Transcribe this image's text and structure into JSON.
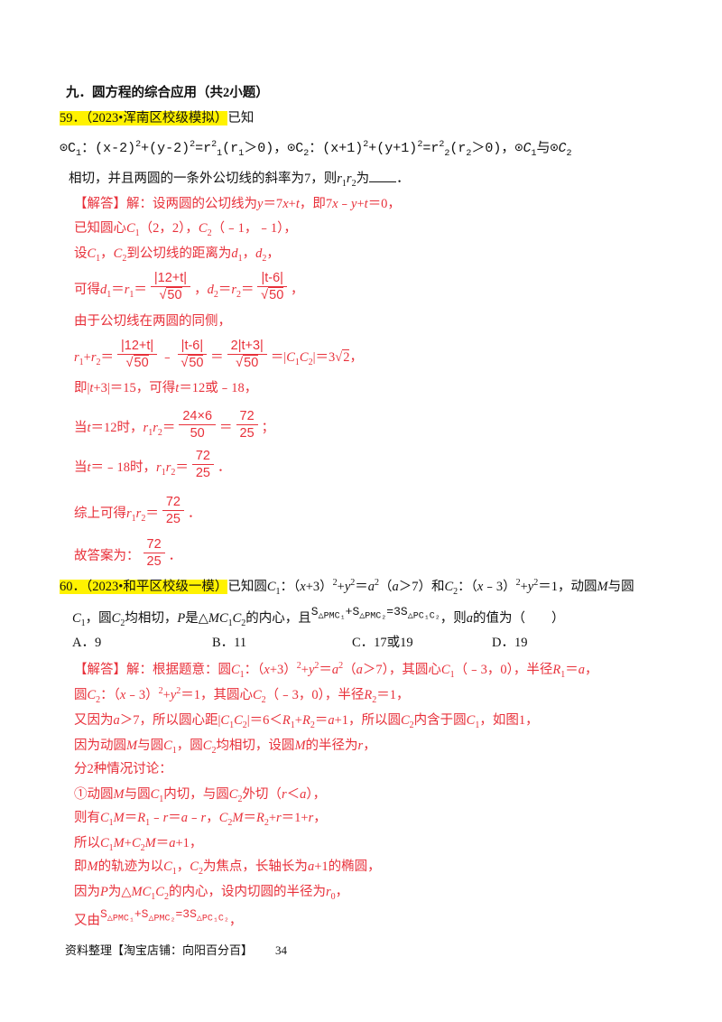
{
  "lines": [
    [
      "九．圆方程的综合应用（共2小题）"
    ],
    [
      [
        "h",
        "59．（2023•浑南区校级模拟）"
      ],
      "已知"
    ],
    [
      "⊙C",
      [
        "_",
        "1"
      ],
      "：(x-2)",
      [
        "^",
        "2"
      ],
      "+(y-2)",
      [
        "^",
        "2"
      ],
      "=r",
      [
        "^",
        "2"
      ],
      [
        "_",
        "1"
      ],
      "(r",
      [
        "_",
        "1"
      ],
      "＞0)，⊙C",
      [
        "_",
        "2"
      ],
      "：(x+1)",
      [
        "^",
        "2"
      ],
      "+(y+1)",
      [
        "^",
        "2"
      ],
      "=r",
      [
        "^",
        "2"
      ],
      [
        "_",
        "2"
      ],
      "(r",
      [
        "_",
        "2"
      ],
      "＞0)，⊙",
      [
        "i",
        "C"
      ],
      [
        "_",
        "1"
      ],
      "与⊙",
      [
        "i",
        "C"
      ],
      [
        "_",
        "2"
      ]
    ],
    [
      "相切，并且两圆的一条外公切线的斜率为7，则",
      [
        "i",
        "r"
      ],
      [
        "_",
        "1"
      ],
      [
        "i",
        "r"
      ],
      [
        "_",
        "2"
      ],
      "为",
      [
        "b",
        ""
      ],
      "．"
    ],
    [
      "【解答】解：设两圆的公切线为",
      [
        "i",
        "y"
      ],
      "＝7",
      [
        "i",
        "x"
      ],
      "+",
      [
        "i",
        "t"
      ],
      "，即7",
      [
        "i",
        "x"
      ],
      "﹣",
      [
        "i",
        "y"
      ],
      "+",
      [
        "i",
        "t"
      ],
      "＝0，"
    ],
    [
      "已知圆心",
      [
        "i",
        "C"
      ],
      [
        "_",
        "1"
      ],
      "（2，2），",
      [
        "i",
        "C"
      ],
      [
        "_",
        "2"
      ],
      "（﹣1，﹣1），"
    ],
    [
      "设",
      [
        "i",
        "C"
      ],
      [
        "_",
        "1"
      ],
      "，",
      [
        "i",
        "C"
      ],
      [
        "_",
        "2"
      ],
      "到公切线的距离为",
      [
        "i",
        "d"
      ],
      [
        "_",
        "1"
      ],
      "，",
      [
        "i",
        "d"
      ],
      [
        "_",
        "2"
      ],
      "，"
    ],
    [
      "可得",
      [
        "i",
        "d"
      ],
      [
        "_",
        "1"
      ],
      "＝",
      [
        "i",
        "r"
      ],
      [
        "_",
        "1"
      ],
      "＝",
      [
        "f",
        "|12+t|",
        "50",
        1
      ],
      "，",
      [
        "i",
        "d"
      ],
      [
        "_",
        "2"
      ],
      "＝",
      [
        "i",
        "r"
      ],
      [
        "_",
        "2"
      ],
      "＝",
      [
        "f",
        "|t-6|",
        "50",
        1
      ],
      "，"
    ],
    [
      "由于公切线在两圆的同侧，"
    ],
    [
      [
        "i",
        "r"
      ],
      [
        "_",
        "1"
      ],
      "+",
      [
        "i",
        "r"
      ],
      [
        "_",
        "2"
      ],
      "＝",
      [
        "f",
        "|12+t|",
        "50",
        1
      ],
      "﹣",
      [
        "f",
        "|t-6|",
        "50",
        1
      ],
      "＝",
      [
        "f",
        "2|t+3|",
        "50",
        1
      ],
      "＝|",
      [
        "i",
        "C"
      ],
      [
        "_",
        "1"
      ],
      [
        "i",
        "C"
      ],
      [
        "_",
        "2"
      ],
      "|＝3",
      [
        "r",
        "2"
      ],
      "，"
    ],
    [
      "即|",
      [
        "i",
        "t"
      ],
      "+3|＝15，可得",
      [
        "i",
        "t"
      ],
      "＝12或﹣18，"
    ],
    [
      "当",
      [
        "i",
        "t"
      ],
      "＝12时，",
      [
        "i",
        "r"
      ],
      [
        "_",
        "1"
      ],
      [
        "i",
        "r"
      ],
      [
        "_",
        "2"
      ],
      "＝",
      [
        "f",
        "24×6",
        "50",
        0
      ],
      "＝",
      [
        "f",
        "72",
        "25",
        0
      ],
      "；"
    ],
    [
      "当",
      [
        "i",
        "t"
      ],
      "＝﹣18时，",
      [
        "i",
        "r"
      ],
      [
        "_",
        "1"
      ],
      [
        "i",
        "r"
      ],
      [
        "_",
        "2"
      ],
      "＝",
      [
        "f",
        "72",
        "25",
        0
      ],
      "．"
    ],
    [
      "综上可得",
      [
        "i",
        "r"
      ],
      [
        "_",
        "1"
      ],
      [
        "i",
        "r"
      ],
      [
        "_",
        "2"
      ],
      "＝",
      [
        "f",
        "72",
        "25",
        0
      ],
      "．"
    ],
    [
      "故答案为：",
      [
        "f",
        "72",
        "25",
        0
      ],
      "．"
    ],
    [
      [
        "h",
        "60．（2023•和平区校级一模）"
      ],
      "已知圆",
      [
        "i",
        "C"
      ],
      [
        "_",
        "1"
      ],
      "：（",
      [
        "i",
        "x"
      ],
      "+3）",
      [
        "^",
        "2"
      ],
      "+",
      [
        "i",
        "y"
      ],
      [
        "^",
        "2"
      ],
      "＝",
      [
        "i",
        "a"
      ],
      [
        "^",
        "2"
      ],
      "（",
      [
        "i",
        "a"
      ],
      "＞7）和",
      [
        "i",
        "C"
      ],
      [
        "_",
        "2"
      ],
      "：（",
      [
        "i",
        "x"
      ],
      "﹣3）",
      [
        "^",
        "2"
      ],
      "+",
      [
        "i",
        "y"
      ],
      [
        "^",
        "2"
      ],
      "＝1，动圆",
      [
        "i",
        "M"
      ],
      "与圆"
    ],
    [
      [
        "i",
        "C"
      ],
      [
        "_",
        "1"
      ],
      "，圆",
      [
        "i",
        "C"
      ],
      [
        "_",
        "2"
      ],
      "均相切，",
      [
        "i",
        "P"
      ],
      "是△",
      [
        "i",
        "M"
      ],
      [
        "i",
        "C"
      ],
      [
        "_",
        "1"
      ],
      [
        "i",
        "C"
      ],
      [
        "_",
        "2"
      ],
      "的内心，且",
      [
        "a",
        "S",
        "△PMC₁",
        "+S",
        "△PMC₂",
        "=3S",
        "△PC₁C₂"
      ],
      "，则",
      [
        "i",
        "a"
      ],
      "的值为（　　）"
    ],
    [
      [
        "o",
        "A．9"
      ],
      [
        "o",
        "B．11"
      ],
      [
        "o",
        "C．17或19"
      ],
      [
        "o",
        "D．19"
      ]
    ],
    [
      "【解答】解：根据题意：圆",
      [
        "i",
        "C"
      ],
      [
        "_",
        "1"
      ],
      "：（",
      [
        "i",
        "x"
      ],
      "+3）",
      [
        "^",
        "2"
      ],
      "+",
      [
        "i",
        "y"
      ],
      [
        "^",
        "2"
      ],
      "＝",
      [
        "i",
        "a"
      ],
      [
        "^",
        "2"
      ],
      "（",
      [
        "i",
        "a"
      ],
      "＞7），其圆心",
      [
        "i",
        "C"
      ],
      [
        "_",
        "1"
      ],
      "（﹣3，0），半径",
      [
        "i",
        "R"
      ],
      [
        "_",
        "1"
      ],
      "＝",
      [
        "i",
        "a"
      ],
      "，"
    ],
    [
      "圆",
      [
        "i",
        "C"
      ],
      [
        "_",
        "2"
      ],
      "：（",
      [
        "i",
        "x"
      ],
      "﹣3）",
      [
        "^",
        "2"
      ],
      "+",
      [
        "i",
        "y"
      ],
      [
        "^",
        "2"
      ],
      "＝1，其圆心",
      [
        "i",
        "C"
      ],
      [
        "_",
        "2"
      ],
      "（﹣3，0），半径",
      [
        "i",
        "R"
      ],
      [
        "_",
        "2"
      ],
      "＝1，"
    ],
    [
      "又因为",
      [
        "i",
        "a"
      ],
      "＞7，所以圆心距|",
      [
        "i",
        "C"
      ],
      [
        "_",
        "1"
      ],
      [
        "i",
        "C"
      ],
      [
        "_",
        "2"
      ],
      "|＝6＜",
      [
        "i",
        "R"
      ],
      [
        "_",
        "1"
      ],
      "+",
      [
        "i",
        "R"
      ],
      [
        "_",
        "2"
      ],
      "＝",
      [
        "i",
        "a"
      ],
      "+1，所以圆",
      [
        "i",
        "C"
      ],
      [
        "_",
        "2"
      ],
      "内含于圆",
      [
        "i",
        "C"
      ],
      [
        "_",
        "1"
      ],
      "，如图1，"
    ],
    [
      "因为动圆",
      [
        "i",
        "M"
      ],
      "与圆",
      [
        "i",
        "C"
      ],
      [
        "_",
        "1"
      ],
      "，圆",
      [
        "i",
        "C"
      ],
      [
        "_",
        "2"
      ],
      "均相切，设圆",
      [
        "i",
        "M"
      ],
      "的半径为",
      [
        "i",
        "r"
      ],
      "，"
    ],
    [
      "分2种情况讨论："
    ],
    [
      "①动圆",
      [
        "i",
        "M"
      ],
      "与圆",
      [
        "i",
        "C"
      ],
      [
        "_",
        "1"
      ],
      "内切，与圆",
      [
        "i",
        "C"
      ],
      [
        "_",
        "2"
      ],
      "外切（",
      [
        "i",
        "r"
      ],
      "＜",
      [
        "i",
        "a"
      ],
      "），"
    ],
    [
      "则有",
      [
        "i",
        "C"
      ],
      [
        "_",
        "1"
      ],
      [
        "i",
        "M"
      ],
      "＝",
      [
        "i",
        "R"
      ],
      [
        "_",
        "1"
      ],
      "﹣",
      [
        "i",
        "r"
      ],
      "＝",
      [
        "i",
        "a"
      ],
      "﹣",
      [
        "i",
        "r"
      ],
      "，",
      [
        "i",
        "C"
      ],
      [
        "_",
        "2"
      ],
      [
        "i",
        "M"
      ],
      "＝",
      [
        "i",
        "R"
      ],
      [
        "_",
        "2"
      ],
      "+",
      [
        "i",
        "r"
      ],
      "＝1+",
      [
        "i",
        "r"
      ],
      "，"
    ],
    [
      "所以",
      [
        "i",
        "C"
      ],
      [
        "_",
        "1"
      ],
      [
        "i",
        "M"
      ],
      "+",
      [
        "i",
        "C"
      ],
      [
        "_",
        "2"
      ],
      [
        "i",
        "M"
      ],
      "＝",
      [
        "i",
        "a"
      ],
      "+1，"
    ],
    [
      "即",
      [
        "i",
        "M"
      ],
      "的轨迹为以",
      [
        "i",
        "C"
      ],
      [
        "_",
        "1"
      ],
      "，",
      [
        "i",
        "C"
      ],
      [
        "_",
        "2"
      ],
      "为焦点，长轴长为",
      [
        "i",
        "a"
      ],
      "+1的椭圆，"
    ],
    [
      "因为",
      [
        "i",
        "P"
      ],
      "为△",
      [
        "i",
        "M"
      ],
      [
        "i",
        "C"
      ],
      [
        "_",
        "1"
      ],
      [
        "i",
        "C"
      ],
      [
        "_",
        "2"
      ],
      "的内心，设内切圆的半径为",
      [
        "i",
        "r"
      ],
      [
        "_",
        "0"
      ],
      "，"
    ],
    [
      "又由",
      [
        "a",
        "S",
        "△PMC₁",
        "+S",
        "△PMC₂",
        "=3S",
        "△PC₁C₂"
      ],
      "，"
    ]
  ],
  "footer": {
    "source": "资料整理【淘宝店铺：向阳百分百】",
    "page_number": "34"
  },
  "colors": {
    "answer_text": "#e8303a",
    "highlight": "#fff200"
  }
}
